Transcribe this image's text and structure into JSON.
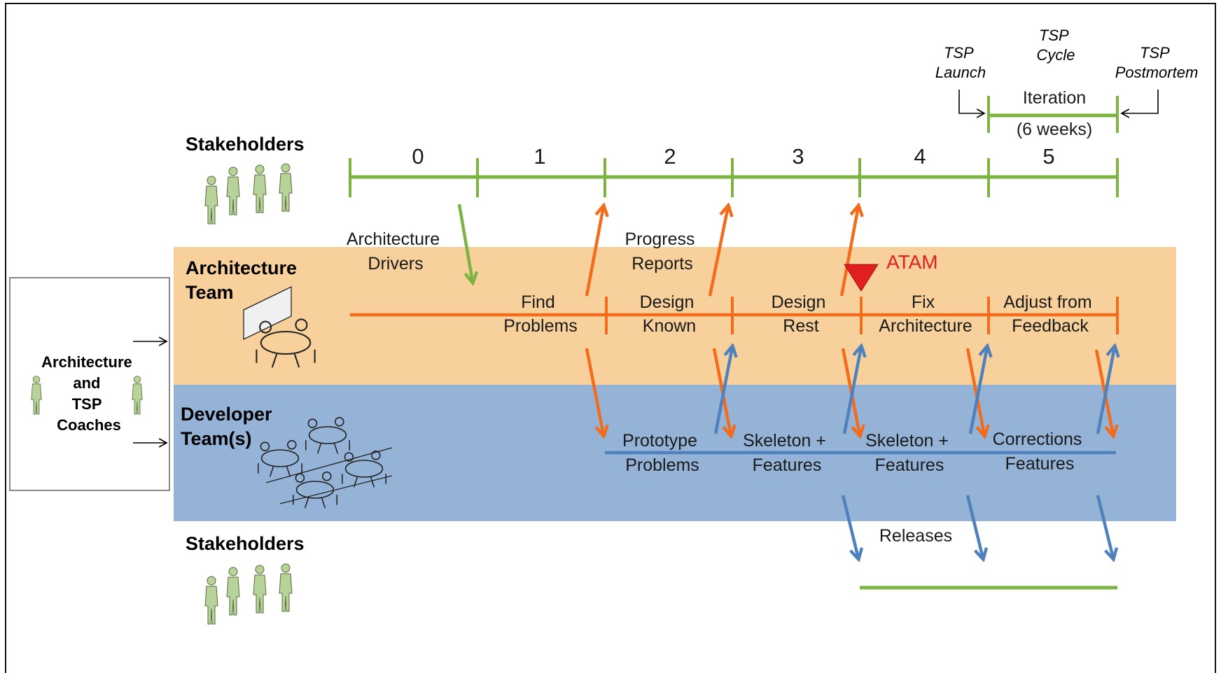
{
  "stakeholders_top": "Stakeholders",
  "stakeholders_bottom": "Stakeholders",
  "architecture_team": [
    "Architecture",
    "Team"
  ],
  "developer_team": [
    "Developer",
    "Team(s)"
  ],
  "coaches": [
    "Architecture",
    "and",
    "TSP",
    "Coaches"
  ],
  "iterations": [
    "0",
    "1",
    "2",
    "3",
    "4",
    "5"
  ],
  "tsp": {
    "launch": [
      "TSP",
      "Launch"
    ],
    "cycle": [
      "TSP",
      "Cycle"
    ],
    "postmortem": [
      "TSP",
      "Postmortem"
    ],
    "iteration": "Iteration",
    "duration": "(6 weeks)"
  },
  "architecture_drivers": [
    "Architecture",
    "Drivers"
  ],
  "progress_reports": [
    "Progress",
    "Reports"
  ],
  "atam": "ATAM",
  "releases": "Releases",
  "arch_phases": [
    [
      "Find",
      "Problems"
    ],
    [
      "Design",
      "Known"
    ],
    [
      "Design",
      "Rest"
    ],
    [
      "Fix",
      "Architecture"
    ],
    [
      "Adjust from",
      "Feedback"
    ]
  ],
  "dev_phases": [
    [
      "Prototype",
      "Problems"
    ],
    [
      "Skeleton +",
      "Features"
    ],
    [
      "Skeleton +",
      "Features"
    ],
    [
      "Corrections",
      "Features"
    ]
  ],
  "colors": {
    "green": "#7cb342",
    "orange": "#f26c1c",
    "blue": "#4f81bd",
    "arch_band": "#f7d09b",
    "dev_band": "#95b3d7",
    "atam_red": "#e02020",
    "figure": "#b7d39a"
  }
}
